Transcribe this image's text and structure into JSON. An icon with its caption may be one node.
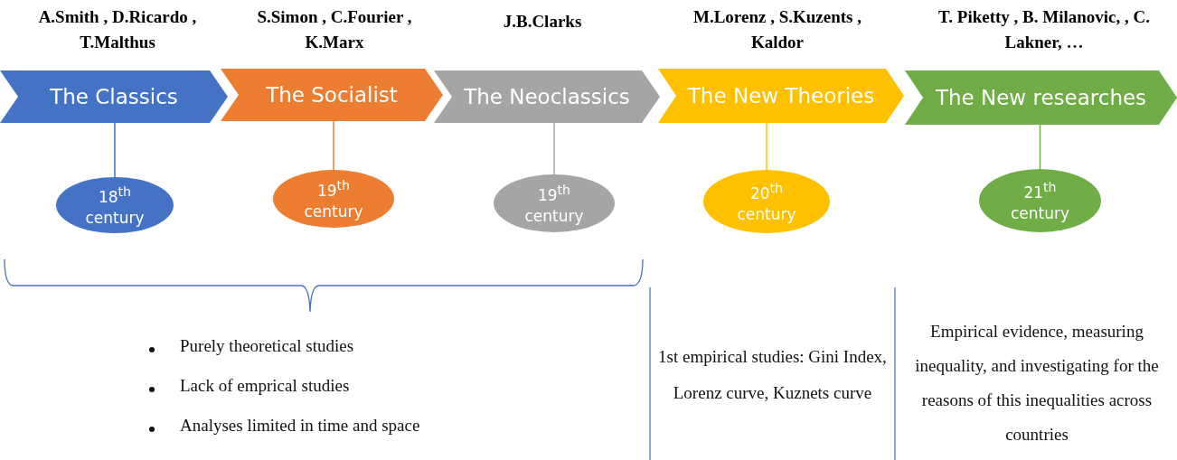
{
  "diagram": {
    "nodes": [
      {
        "text": [
          "The Classics"
        ],
        "beside": [
          "A.Smith , D.Ricardo , T.Malthus"
        ]
      },
      {
        "text": [
          "The Socialist"
        ],
        "beside": [
          "S.Simon , C.Fourier , K.Marx"
        ]
      },
      {
        "text": [
          "The Neoclassics"
        ],
        "beside": [
          "J.B.Clarks"
        ]
      },
      {
        "text": [
          "The New Theories"
        ],
        "beside": [
          "M.Lorenz , S.Kuzents , Kaldor"
        ]
      },
      {
        "text": [
          "The New researches"
        ],
        "beside": [
          "T. Piketty , B. Milanovic, , C. Lakner, …"
        ]
      },
      {
        "text": [
          "18$^{th}$ century"
        ]
      },
      {
        "text": [
          "19$^{th}$ century"
        ]
      },
      {
        "text": [
          "19$^{th}$ century"
        ]
      },
      {
        "text": [
          "20$^{th}$ century"
        ]
      },
      {
        "text": [
          "21$^{th}$ century"
        ]
      }
    ],
    "edges": [
      {
        "from": 0,
        "to": 5,
        "arrow": "none",
        "color": "#4472c4"
      },
      {
        "from": 1,
        "to": 6,
        "arrow": "none",
        "color": "#ed7d31"
      },
      {
        "from": 2,
        "to": 7,
        "arrow": "none",
        "color": "#a5a5a5"
      },
      {
        "from": 3,
        "to": 8,
        "arrow": "none",
        "color": "#ffc000"
      },
      {
        "from": 4,
        "to": 9,
        "arrow": "none",
        "color": "#70ad47"
      }
    ],
    "labels": [
      "Purely theoretical studies",
      "Lack of emprical studies",
      "Analyses limited in time and space",
      "1st empirical studies: Gini Index, Lorenz curve, Kuznets curve",
      "Empirical evidence, measuring inequality, and investigating for the reasons of this inequalities across countries"
    ]
  }
}
